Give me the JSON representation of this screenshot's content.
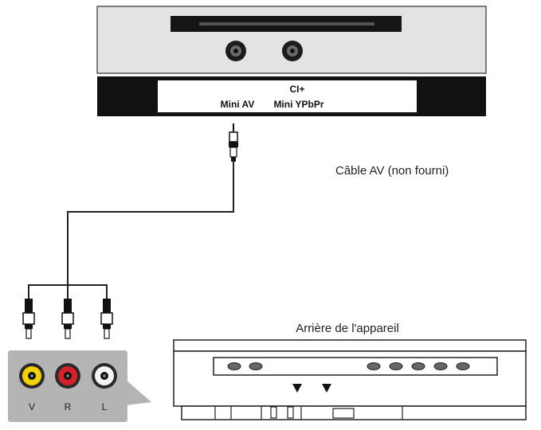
{
  "tv_panel": {
    "line1": "CI+",
    "port_av": "Mini AV",
    "port_ypbpr": "Mini YPbPr"
  },
  "cable_label": "Câble AV (non fourni)",
  "device_label": "Arrière de l'appareil",
  "jacks": [
    {
      "label": "V",
      "color": "#f2d200"
    },
    {
      "label": "R",
      "color": "#d8202a"
    },
    {
      "label": "L",
      "color": "#f4f4f4"
    }
  ]
}
